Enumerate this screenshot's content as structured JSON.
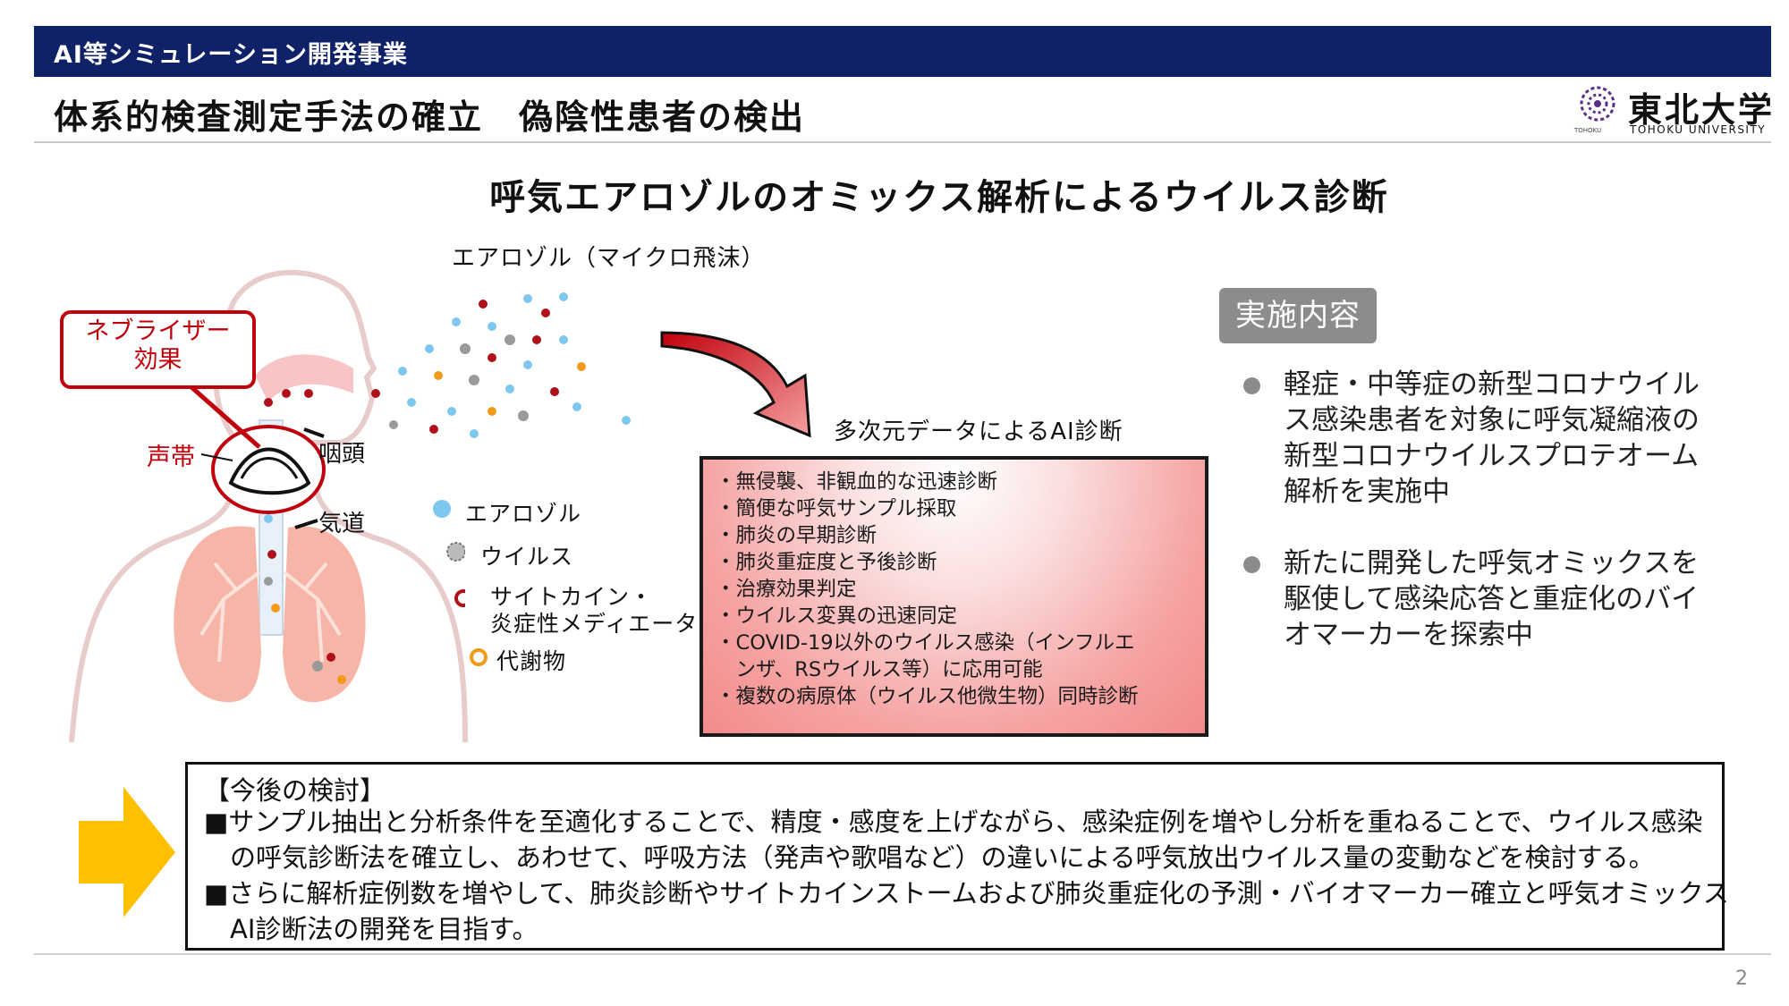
{
  "header": {
    "program": "AI等シミュレーション開発事業",
    "title": "体系的検査測定手法の確立　偽陰性患者の検出",
    "logo_name": "東北大学",
    "logo_en": "TOHOKU UNIVERSITY",
    "logo_sub": "TOHOKU"
  },
  "subtitle": "呼気エアロゾルのオミックス解析によるウイルス診断",
  "diagram": {
    "aerosol_label": "エアロゾル（マイクロ飛沫）",
    "callout_line1": "ネブライザー",
    "callout_line2": "効果",
    "vocal_cord": "声帯",
    "pharynx": "咽頭",
    "airway": "気道",
    "ai_label": "多次元データによるAI診断",
    "legend": {
      "aerosol": "エアロゾル",
      "virus": "ウイルス",
      "cytokine_1": "サイトカイン・",
      "cytokine_2": "炎症性メディエータ",
      "metabolite": "代謝物"
    },
    "colors": {
      "aerosol": "#7ec8f0",
      "virus": "#9a9a9a",
      "cytokine": "#b0101a",
      "metabolite": "#f29a1a",
      "accent_red": "#c0000b"
    }
  },
  "benefits": [
    "・無侵襲、非観血的な迅速診断",
    "・簡便な呼気サンプル採取",
    "・肺炎の早期診断",
    "・肺炎重症度と予後診断",
    "・治療効果判定",
    "・ウイルス変異の迅速同定",
    "・COVID-19以外のウイルス感染（インフルエ",
    "　ンザ、RSウイルス等）に応用可能",
    "・複数の病原体（ウイルス他微生物）同時診断"
  ],
  "implementation": {
    "badge": "実施内容",
    "item1_lines": [
      "軽症・中等症の新型コロナウイル",
      "ス感染患者を対象に呼気凝縮液の",
      "新型コロナウイルスプロテオーム",
      "解析を実施中"
    ],
    "item2_lines": [
      "新たに開発した呼気オミックスを",
      "駆使して感染応答と重症化のバイ",
      "オマーカーを探索中"
    ]
  },
  "future": {
    "heading": "【今後の検討】",
    "line1": "■サンプル抽出と分析条件を至適化することで、精度・感度を上げながら、感染症例を増やし分析を重ねることで、ウイルス感染",
    "line2": "　の呼気診断法を確立し、あわせて、呼吸方法（発声や歌唱など）の違いによる呼気放出ウイルス量の変動などを検討する。",
    "line3": "■さらに解析症例数を増やして、肺炎診断やサイトカインストームおよび肺炎重症化の予測・バイオマーカー確立と呼気オミックス",
    "line4": "　AI診断法の開発を目指す。",
    "arrow_color": "#ffc000"
  },
  "page_number": "2"
}
